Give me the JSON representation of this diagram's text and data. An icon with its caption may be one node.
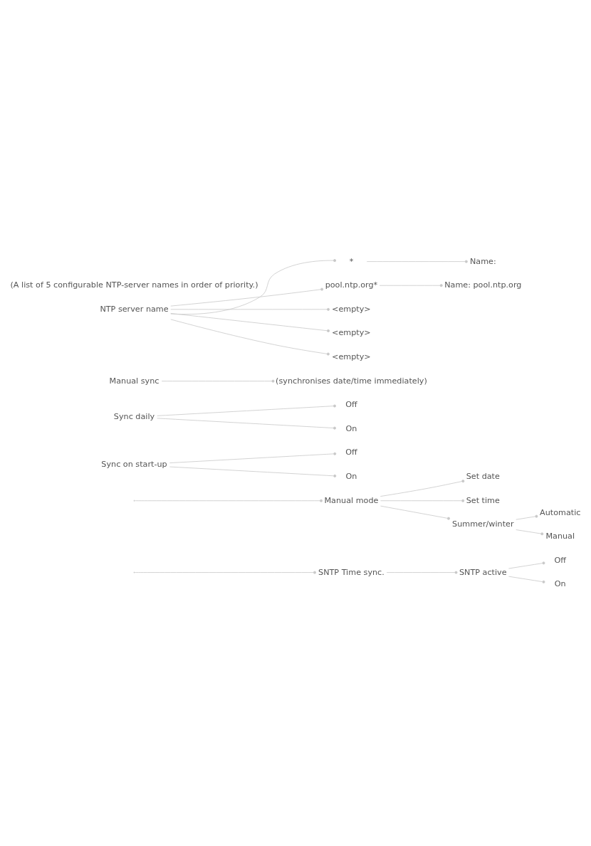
{
  "diagram": {
    "nodes": [
      {
        "text": [
          "SNTP Time sync."
        ]
      },
      {
        "text": [
          "SNTP active"
        ]
      },
      {
        "text": [
          "Off"
        ]
      },
      {
        "text": [
          "On"
        ]
      },
      {
        "text": [
          "Sync on start-up"
        ]
      },
      {
        "text": [
          "Off"
        ]
      },
      {
        "text": [
          "On"
        ]
      },
      {
        "text": [
          "Sync daily"
        ]
      },
      {
        "text": [
          "Off"
        ]
      },
      {
        "text": [
          "On"
        ]
      },
      {
        "text": [
          "Manual sync"
        ]
      },
      {
        "text": [
          "(synchronises date/time immediately)"
        ]
      },
      {
        "text": [
          "NTP server name"
        ]
      },
      {
        "text": [
          "*"
        ]
      },
      {
        "text": [
          "Name:"
        ]
      },
      {
        "text": [
          "pool.ntp.org*"
        ]
      },
      {
        "text": [
          "Name: pool.ntp.org"
        ]
      },
      {
        "text": [
          "<empty>"
        ]
      },
      {
        "text": [
          "<empty>"
        ]
      },
      {
        "text": [
          "<empty>"
        ]
      },
      {
        "text": [
          "Manual mode"
        ]
      },
      {
        "text": [
          "Set date"
        ]
      },
      {
        "text": [
          "Set time"
        ]
      },
      {
        "text": [
          "Summer/winter"
        ]
      },
      {
        "text": [
          "Automatic"
        ]
      },
      {
        "text": [
          "Manual"
        ]
      }
    ],
    "edges": [
      {
        "from": null,
        "to": 0,
        "arrow": "other"
      },
      {
        "from": null,
        "to": 20,
        "arrow": "other"
      },
      {
        "from": 0,
        "to": 1,
        "arrow": "other"
      },
      {
        "from": 1,
        "to": 2,
        "arrow": "other"
      },
      {
        "from": 1,
        "to": 3,
        "arrow": "other"
      },
      {
        "from": 4,
        "to": 5,
        "arrow": "other"
      },
      {
        "from": 4,
        "to": 6,
        "arrow": "other"
      },
      {
        "from": 7,
        "to": 8,
        "arrow": "other"
      },
      {
        "from": 7,
        "to": 9,
        "arrow": "other"
      },
      {
        "from": 10,
        "to": 11,
        "arrow": "other"
      },
      {
        "from": 12,
        "to": 13,
        "arrow": "other"
      },
      {
        "from": 13,
        "to": 14,
        "arrow": "other"
      },
      {
        "from": 12,
        "to": 15,
        "arrow": "other"
      },
      {
        "from": 15,
        "to": 16,
        "arrow": "other"
      },
      {
        "from": 12,
        "to": 17,
        "arrow": "other"
      },
      {
        "from": 12,
        "to": 18,
        "arrow": "other"
      },
      {
        "from": 12,
        "to": 19,
        "arrow": "other"
      },
      {
        "from": 20,
        "to": 21,
        "arrow": "other"
      },
      {
        "from": 20,
        "to": 22,
        "arrow": "other"
      },
      {
        "from": 20,
        "to": 23,
        "arrow": "other"
      },
      {
        "from": 23,
        "to": 24,
        "arrow": "other"
      },
      {
        "from": 23,
        "to": 25,
        "arrow": "other"
      }
    ],
    "labels": [
      "(A list of 5 configurable NTP-server names in order of priority.)"
    ]
  }
}
